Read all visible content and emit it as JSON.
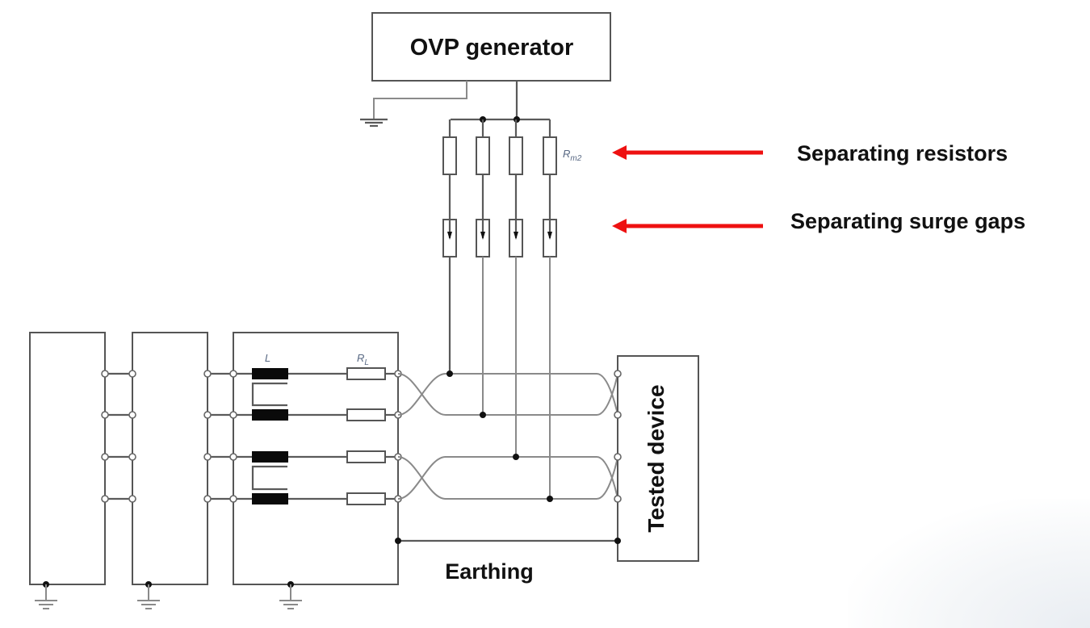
{
  "diagram": {
    "generator_label": "OVP generator",
    "resistor_symbol": "R",
    "resistor_symbol_sub": "m2",
    "inductor_label": "L",
    "load_resistor_symbol": "R",
    "load_resistor_sub": "L",
    "tested_device_label": "Tested device",
    "earthing_label": "Earthing",
    "annotations": [
      {
        "text": "Separating resistors",
        "arrow_color": "#ee1111"
      },
      {
        "text": "Separating surge gaps",
        "arrow_color": "#ee1111"
      }
    ]
  }
}
